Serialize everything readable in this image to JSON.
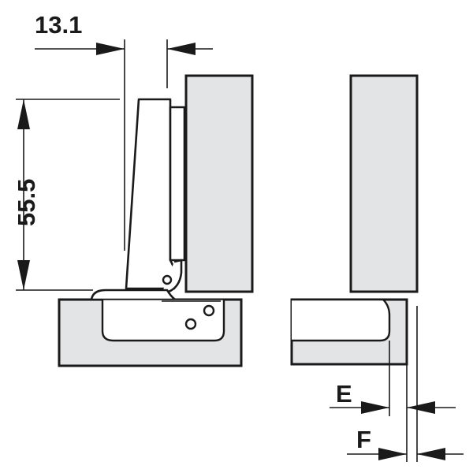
{
  "diagram": {
    "labels": {
      "overlay_distance": "13.1",
      "height": "55.5",
      "dim_e": "E",
      "dim_f": "F"
    }
  }
}
